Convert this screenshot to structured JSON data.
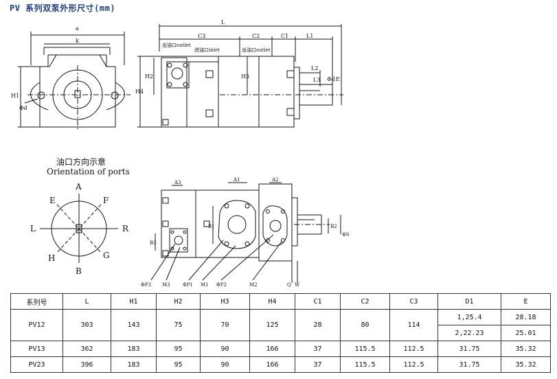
{
  "title": "PV 系列双泵外形尺寸(mm)",
  "drawing": {
    "dim_a": "a",
    "dim_k": "k",
    "dim_h1": "H1",
    "dim_phid": "Φd",
    "dim_l": "L",
    "dim_c3": "C3",
    "dim_c2": "C2",
    "dim_c1": "C1",
    "dim_l1": "L1",
    "dim_l2": "L2",
    "dim_l3": "L3",
    "dim_h2": "H2",
    "dim_h3": "H3",
    "dim_h4": "H4",
    "dim_phi_d1": "Φd",
    "dim_e": "E",
    "outlet1": "出油口outlet",
    "inlet": "进油口inlet",
    "outlet2": "出油口outlet",
    "orientation_cn": "油口方向示意",
    "orientation_en": "Orientation of ports",
    "port_a": "A",
    "port_b": "B",
    "port_e": "E",
    "port_f": "F",
    "port_l": "L",
    "port_r": "R",
    "port_h": "H",
    "port_g": "G",
    "dim_a3": "A3",
    "dim_a1": "A1",
    "dim_a2": "A2",
    "dim_b1": "B1",
    "dim_b2": "B2",
    "dim_b3": "B3",
    "dim_phis": "ΦS",
    "lbl_php3": "ΦP3",
    "lbl_m3": "M3",
    "lbl_php1": "ΦP1",
    "lbl_m1": "M1",
    "lbl_php2": "ΦP2",
    "lbl_m2": "M2",
    "lbl_q": "Q",
    "lbl_w": "W"
  },
  "table": {
    "headers": [
      "系列号",
      "L",
      "H1",
      "H2",
      "H3",
      "H4",
      "C1",
      "C2",
      "C3",
      "D1",
      "E"
    ],
    "rows": [
      {
        "model": "PV12",
        "L": "303",
        "H1": "143",
        "H2": "75",
        "H3": "70",
        "H4": "125",
        "C1": "28",
        "C2": "80",
        "C3": "114",
        "D1a": "1,25.4",
        "Ea": "28.18",
        "D1b": "2,22.23",
        "Eb": "25.01"
      },
      {
        "model": "PV13",
        "L": "362",
        "H1": "183",
        "H2": "95",
        "H3": "90",
        "H4": "166",
        "C1": "37",
        "C2": "115.5",
        "C3": "112.5",
        "D1": "31.75",
        "E": "35.32"
      },
      {
        "model": "PV23",
        "L": "396",
        "H1": "183",
        "H2": "95",
        "H3": "90",
        "H4": "166",
        "C1": "37",
        "C2": "115.5",
        "C3": "112.5",
        "D1": "31.75",
        "E": "35.32"
      }
    ]
  }
}
